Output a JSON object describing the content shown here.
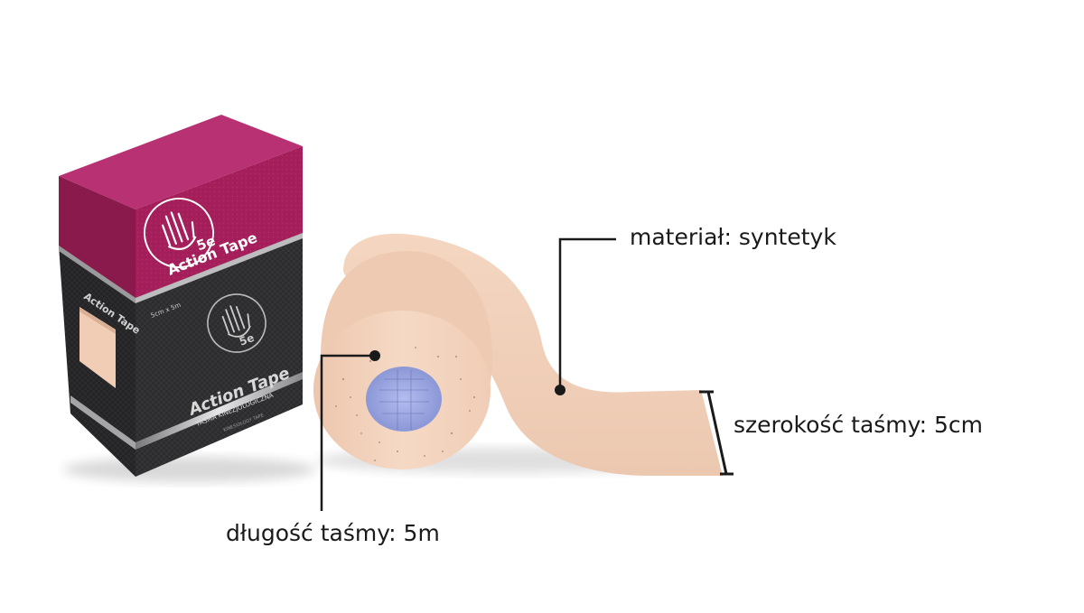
{
  "annotations": {
    "material": "materiał: syntetyk",
    "width": "szerokość taśmy: 5cm",
    "length": "długość taśmy: 5m"
  },
  "box": {
    "brand_top": "Action Tape",
    "brand_front": "Action Tape",
    "logo_text": "5e",
    "side_brand": "Action Tape",
    "size": "5cm x 5m",
    "subtitle": "TAŚMA KINEZJOLOGICZNA",
    "subtitle_en": "KINESIOLOGY TAPE"
  },
  "colors": {
    "box_magenta": "#a8205e",
    "box_dark": "#2e2e30",
    "tape_beige": "#f2d2bb",
    "core_blue": "#9aa6dd"
  }
}
